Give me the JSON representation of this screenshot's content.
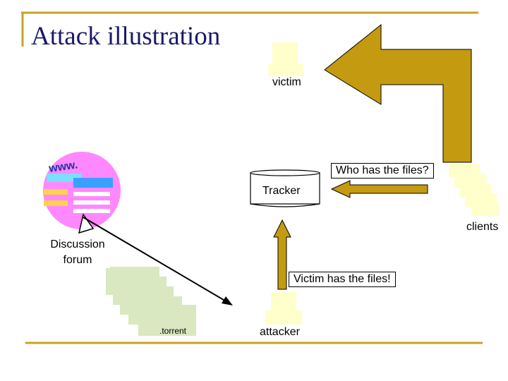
{
  "title": "Attack illustration",
  "nodes": {
    "victim": "victim",
    "tracker": "Tracker",
    "clients": "clients",
    "discussion_forum": "Discussion forum",
    "torrent": ".torrent",
    "attacker": "attacker"
  },
  "messages": {
    "query": "Who has the files?",
    "response": "Victim has the files!"
  },
  "colors": {
    "accent_line": "#c9a227",
    "arrow_fill": "#c49a10",
    "pale_node": "#ffffcc",
    "pale_green": "#d9e8c0",
    "title_color": "#1a1a66"
  }
}
